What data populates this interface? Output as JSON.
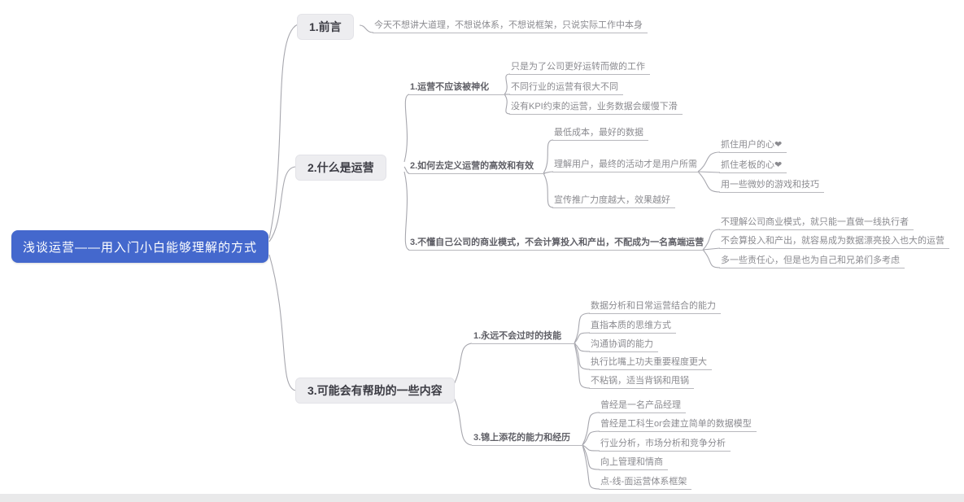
{
  "colors": {
    "root_bg": "#4468cd",
    "root_text": "#ffffff",
    "branch_box_bg": "#ededf0",
    "line": "#a7a7ae",
    "leaf_text": "#8b8b90"
  },
  "root": {
    "label": "浅谈运营——用入门小白能够理解的方式"
  },
  "branches": [
    {
      "label": "1.前言",
      "children": [
        {
          "label": "今天不想讲大道理，不想说体系，不想说框架，只说实际工作中本身"
        }
      ]
    },
    {
      "label": "2.什么是运营",
      "children": [
        {
          "label": "1.运营不应该被神化",
          "children": [
            {
              "label": "只是为了公司更好运转而做的工作"
            },
            {
              "label": "不同行业的运营有很大不同"
            },
            {
              "label": "没有KPI约束的运营，业务数据会缓慢下滑"
            }
          ]
        },
        {
          "label": "2.如何去定义运营的高效和有效",
          "children": [
            {
              "label": "最低成本，最好的数据"
            },
            {
              "label": "理解用户，最终的活动才是用户所需",
              "children": [
                {
                  "label": "抓住用户的心❤"
                },
                {
                  "label": "抓住老板的心❤"
                },
                {
                  "label": "用一些微妙的游戏和技巧"
                }
              ]
            },
            {
              "label": "宣传推广力度越大，效果越好"
            }
          ]
        },
        {
          "label": "3.不懂自己公司的商业模式，不会计算投入和产出，不配成为一名高端运营",
          "children": [
            {
              "label": "不理解公司商业模式，就只能一直做一线执行者"
            },
            {
              "label": "不会算投入和产出，就容易成为数据漂亮投入也大的运营"
            },
            {
              "label": "多一些责任心，但是也为自己和兄弟们多考虑"
            }
          ]
        }
      ]
    },
    {
      "label": "3.可能会有帮助的一些内容",
      "children": [
        {
          "label": "1.永远不会过时的技能",
          "children": [
            {
              "label": "数据分析和日常运营结合的能力"
            },
            {
              "label": "直指本质的思维方式"
            },
            {
              "label": "沟通协调的能力"
            },
            {
              "label": "执行比嘴上功夫重要程度更大"
            },
            {
              "label": "不粘锅，适当背锅和甩锅"
            }
          ]
        },
        {
          "label": "3.锦上添花的能力和经历",
          "children": [
            {
              "label": "曾经是一名产品经理"
            },
            {
              "label": "曾经是工科生or会建立简单的数据模型"
            },
            {
              "label": "行业分析，市场分析和竞争分析"
            },
            {
              "label": "向上管理和情商"
            },
            {
              "label": "点-线-面运营体系框架"
            }
          ]
        }
      ]
    }
  ]
}
